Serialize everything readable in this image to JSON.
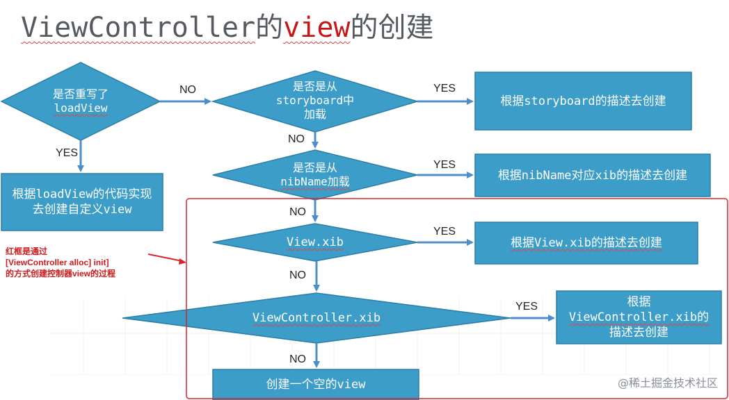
{
  "title": {
    "part1": "ViewController",
    "part2": "的",
    "part3": "view",
    "part4": "的创建"
  },
  "decisions": {
    "load_view": [
      "是否重写了",
      "loadView"
    ],
    "storyboard": [
      "是否是从",
      "storyboard中",
      "加载"
    ],
    "nibname": [
      "是否是从",
      "nibName加载"
    ],
    "view_xib": "View.xib",
    "vc_xib": "ViewController.xib"
  },
  "actions": {
    "custom": [
      "根据loadView的代码实现",
      "去创建自定义view"
    ],
    "storyboard": "根据storyboard的描述去创建",
    "nibname": "根据nibName对应xib的描述去创建",
    "view_xib": "根据View.xib的描述去创建",
    "vc_xib": [
      "根据",
      "ViewController.xib的",
      "描述去创建"
    ],
    "empty": "创建一个空的view"
  },
  "edges": {
    "yes": "YES",
    "no": "NO"
  },
  "note": [
    "红框是通过",
    "[ViewController alloc] init]",
    "的方式创建控制器view的过程"
  ],
  "watermark": "@稀土掘金技术社区",
  "colors": {
    "shape_fill": "#3b9dc8",
    "shape_stroke": "#2a7ea7",
    "arrow": "#4d8dc9",
    "frame": "#d9262b",
    "title_accent": "#c5161a"
  }
}
